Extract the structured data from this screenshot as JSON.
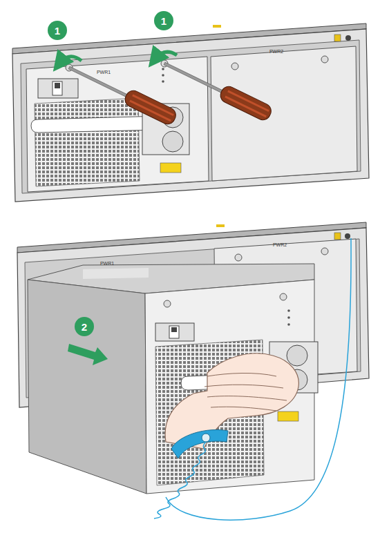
{
  "diagram": {
    "labels": [
      "1",
      "1",
      "PWR1",
      "PWR2",
      "2",
      "PWR1",
      "PWR2"
    ]
  }
}
